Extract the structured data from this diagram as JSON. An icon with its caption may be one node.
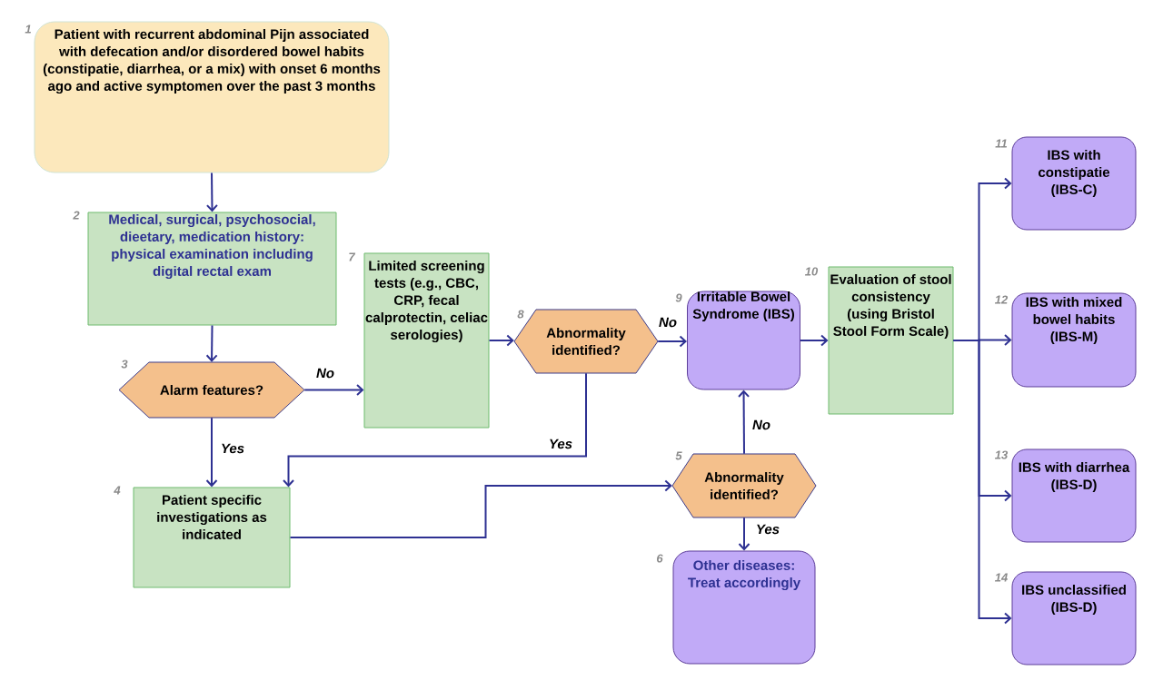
{
  "diagram": {
    "nodes": [
      {
        "text": [
          "Patient with recurrent abdominal Pijn associated with defecation and/or disordered bowel habits (constipatie, diarrhea, or a mix) with onset 6 months ago and active symptomen over the past 3 months"
        ],
        "beside": [
          "1"
        ]
      },
      {
        "text": [
          "Medical, surgical, psychosocial, dieetary, medication history: physical examination including digital rectal exam"
        ],
        "beside": [
          "2"
        ]
      },
      {
        "text": [
          "Alarm features?"
        ],
        "beside": [
          "3"
        ]
      },
      {
        "text": [
          "Patient specific investigations as indicated"
        ],
        "beside": [
          "4"
        ]
      },
      {
        "text": [
          "Abnormality identified?"
        ],
        "beside": [
          "5"
        ]
      },
      {
        "text": [
          "Other diseases: Treat accordingly"
        ],
        "beside": [
          "6"
        ]
      },
      {
        "text": [
          "Limited screening tests (e.g., CBC, CRP, fecal calprotectin, celiac serologies)"
        ],
        "beside": [
          "7"
        ]
      },
      {
        "text": [
          "Abnormality identified?"
        ],
        "beside": [
          "8"
        ]
      },
      {
        "text": [
          "Irritable Bowel Syndrome (IBS)"
        ],
        "beside": [
          "9"
        ]
      },
      {
        "text": [
          "Evaluation of stool consistency (using Bristol Stool Form Scale)"
        ],
        "beside": [
          "10"
        ]
      },
      {
        "text": [
          "IBS with constipatie (IBS-C)"
        ],
        "beside": [
          "11"
        ]
      },
      {
        "text": [
          "IBS with mixed bowel habits (IBS-M)"
        ],
        "beside": [
          "12"
        ]
      },
      {
        "text": [
          "IBS with diarrhea (IBS-D)"
        ],
        "beside": [
          "13"
        ]
      },
      {
        "text": [
          "IBS unclassified (IBS-D)"
        ],
        "beside": [
          "14"
        ]
      }
    ],
    "edges": [
      {
        "from": 0,
        "to": 1,
        "arrow": "to"
      },
      {
        "from": 1,
        "to": 2,
        "arrow": "to"
      },
      {
        "from": 2,
        "to": 6,
        "arrow": "to",
        "label": "No"
      },
      {
        "from": 2,
        "to": 3,
        "arrow": "to",
        "label": "Yes"
      },
      {
        "from": 6,
        "to": 7,
        "arrow": "to"
      },
      {
        "from": 7,
        "to": 8,
        "arrow": "to",
        "label": "No"
      },
      {
        "from": 7,
        "to": 3,
        "arrow": "to",
        "label": "Yes"
      },
      {
        "from": 3,
        "to": 4,
        "arrow": "to"
      },
      {
        "from": 4,
        "to": 8,
        "arrow": "to",
        "label": "No"
      },
      {
        "from": 4,
        "to": 5,
        "arrow": "to",
        "label": "Yes"
      },
      {
        "from": 8,
        "to": 9,
        "arrow": "to"
      },
      {
        "from": 9,
        "to": 10,
        "arrow": "to"
      },
      {
        "from": 9,
        "to": 11,
        "arrow": "to"
      },
      {
        "from": 9,
        "to": 12,
        "arrow": "to"
      },
      {
        "from": 9,
        "to": 13,
        "arrow": "to"
      }
    ]
  }
}
